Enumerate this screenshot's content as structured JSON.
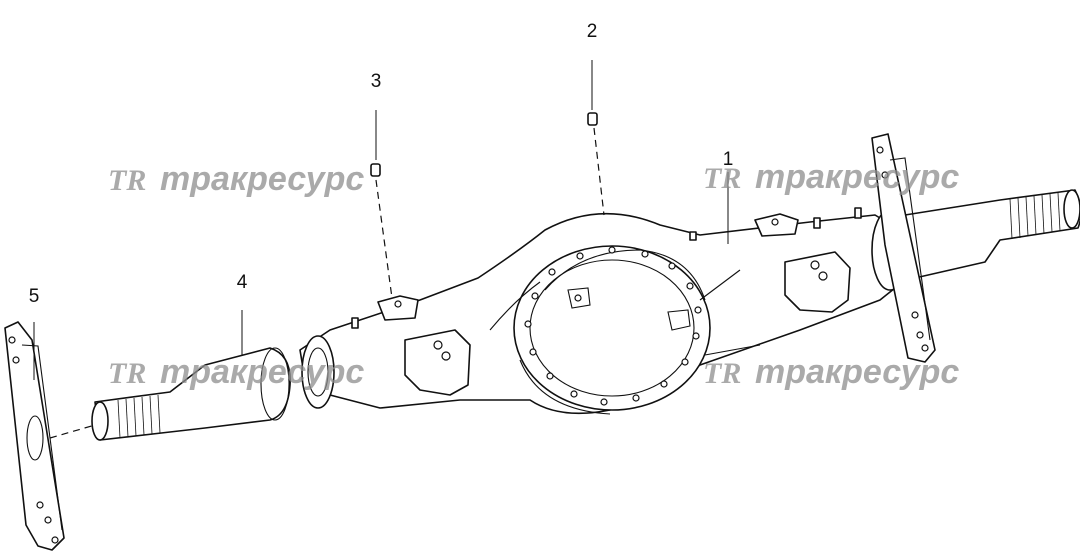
{
  "callouts": [
    {
      "id": "1",
      "label": "1"
    },
    {
      "id": "2",
      "label": "2"
    },
    {
      "id": "3",
      "label": "3"
    },
    {
      "id": "4",
      "label": "4"
    },
    {
      "id": "5",
      "label": "5"
    }
  ],
  "watermark": {
    "logo": "TR",
    "brand": "тракресурс"
  },
  "colors": {
    "line": "#111111",
    "watermark": "#8e8e8e",
    "background": "#ffffff"
  }
}
